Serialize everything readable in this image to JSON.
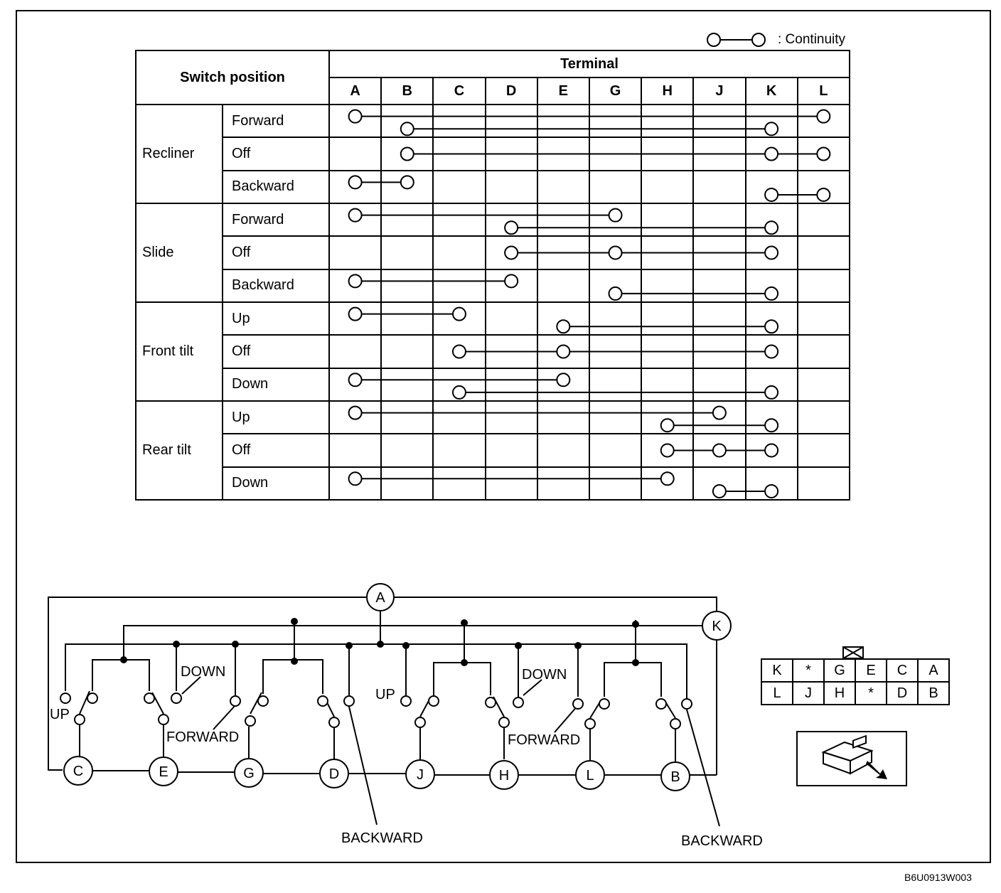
{
  "legend": {
    "text": ": Continuity"
  },
  "table": {
    "switch_position_header": "Switch position",
    "terminal_header": "Terminal",
    "terminals": [
      "A",
      "B",
      "C",
      "D",
      "E",
      "G",
      "H",
      "J",
      "K",
      "L"
    ],
    "groups": [
      {
        "name": "Recliner",
        "rows": [
          {
            "position": "Forward",
            "lines": [
              [
                "A",
                "L"
              ],
              [
                "B",
                "K"
              ]
            ]
          },
          {
            "position": "Off",
            "lines": [
              [
                "B",
                "K",
                "L"
              ]
            ]
          },
          {
            "position": "Backward",
            "lines": [
              [
                "A",
                "B"
              ],
              [
                "K",
                "L"
              ]
            ]
          }
        ]
      },
      {
        "name": "Slide",
        "rows": [
          {
            "position": "Forward",
            "lines": [
              [
                "A",
                "G"
              ],
              [
                "D",
                "K"
              ]
            ]
          },
          {
            "position": "Off",
            "lines": [
              [
                "D",
                "G",
                "K"
              ]
            ]
          },
          {
            "position": "Backward",
            "lines": [
              [
                "A",
                "D"
              ],
              [
                "G",
                "K"
              ]
            ]
          }
        ]
      },
      {
        "name": "Front tilt",
        "rows": [
          {
            "position": "Up",
            "lines": [
              [
                "A",
                "C"
              ],
              [
                "E",
                "K"
              ]
            ]
          },
          {
            "position": "Off",
            "lines": [
              [
                "C",
                "E",
                "K"
              ]
            ]
          },
          {
            "position": "Down",
            "lines": [
              [
                "A",
                "E"
              ],
              [
                "C",
                "K"
              ]
            ]
          }
        ]
      },
      {
        "name": "Rear tilt",
        "rows": [
          {
            "position": "Up",
            "lines": [
              [
                "A",
                "J"
              ],
              [
                "H",
                "K"
              ]
            ]
          },
          {
            "position": "Off",
            "lines": [
              [
                "H",
                "J",
                "K"
              ]
            ]
          },
          {
            "position": "Down",
            "lines": [
              [
                "A",
                "H"
              ],
              [
                "J",
                "K"
              ]
            ]
          }
        ]
      }
    ]
  },
  "circuit": {
    "top_terminals": [
      "A",
      "K"
    ],
    "bottom_terminals": [
      "C",
      "E",
      "G",
      "D",
      "J",
      "H",
      "L",
      "B"
    ],
    "labels": {
      "up_1": "UP",
      "down_1": "DOWN",
      "forward_1": "FORWARD",
      "backward_1": "BACKWARD",
      "up_2": "UP",
      "down_2": "DOWN",
      "forward_2": "FORWARD",
      "backward_2": "BACKWARD"
    }
  },
  "connector": {
    "rows": [
      [
        "K",
        "*",
        "G",
        "E",
        "C",
        "A"
      ],
      [
        "L",
        "J",
        "H",
        "*",
        "D",
        "B"
      ]
    ]
  },
  "figure_code": "B6U0913W003"
}
